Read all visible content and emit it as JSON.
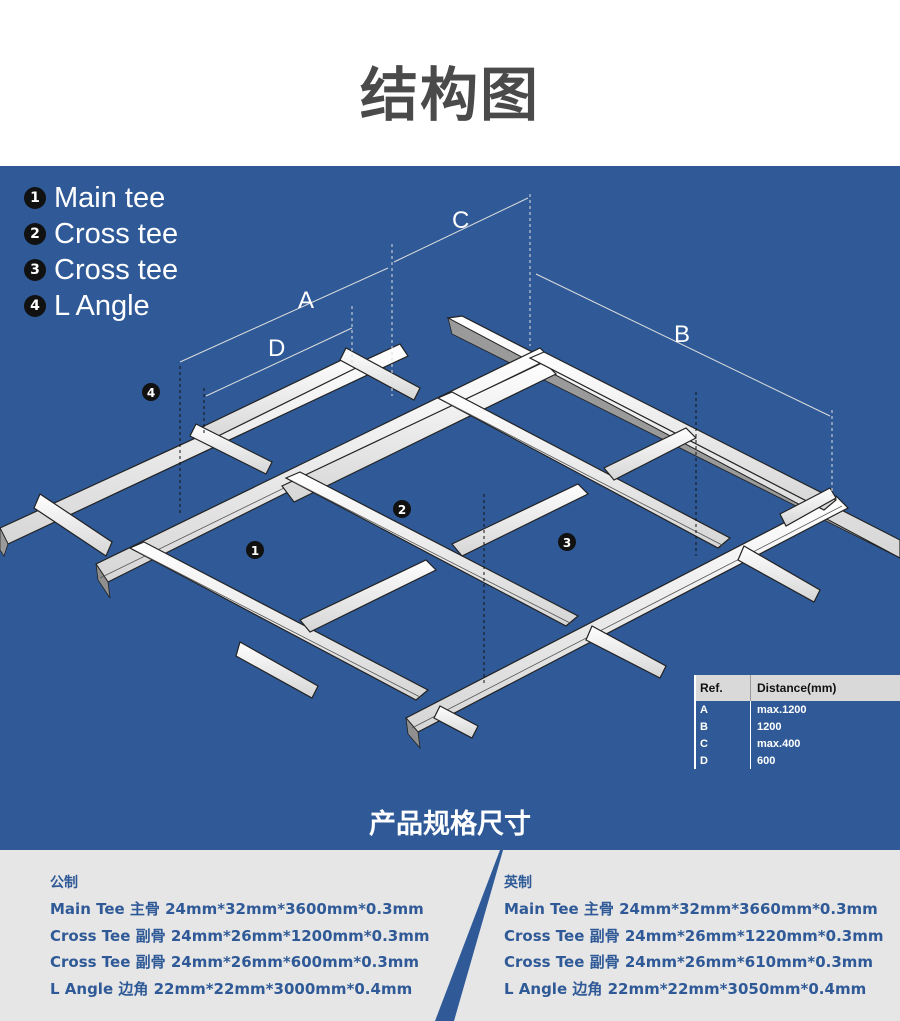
{
  "title": "结构图",
  "legend": [
    {
      "num": "1",
      "label": "Main tee"
    },
    {
      "num": "2",
      "label": "Cross tee"
    },
    {
      "num": "3",
      "label": "Cross tee"
    },
    {
      "num": "4",
      "label": "L Angle"
    }
  ],
  "diagram": {
    "dims": {
      "a": "A",
      "b": "B",
      "c": "C",
      "d": "D"
    },
    "markers": {
      "m1": "1",
      "m2": "2",
      "m3": "3",
      "m4": "4"
    }
  },
  "table": {
    "header": {
      "ref": "Ref.",
      "distance": "Distance(mm)"
    },
    "rows": [
      {
        "ref": "A",
        "value": "max.1200"
      },
      {
        "ref": "B",
        "value": "1200"
      },
      {
        "ref": "C",
        "value": "max.400"
      },
      {
        "ref": "D",
        "value": "600"
      }
    ]
  },
  "spec_title": "产品规格尺寸",
  "metric": {
    "heading": "公制",
    "lines": [
      "Main Tee  主骨 24mm*32mm*3600mm*0.3mm",
      "Cross Tee 副骨 24mm*26mm*1200mm*0.3mm",
      "Cross Tee 副骨 24mm*26mm*600mm*0.3mm",
      "L Angle    边角 22mm*22mm*3000mm*0.4mm"
    ]
  },
  "imperial": {
    "heading": "英制",
    "lines": [
      "Main Tee  主骨 24mm*32mm*3660mm*0.3mm",
      "Cross Tee 副骨 24mm*26mm*1220mm*0.3mm",
      "Cross Tee 副骨 24mm*26mm*610mm*0.3mm",
      "L Angle    边角 22mm*22mm*3050mm*0.4mm"
    ]
  }
}
